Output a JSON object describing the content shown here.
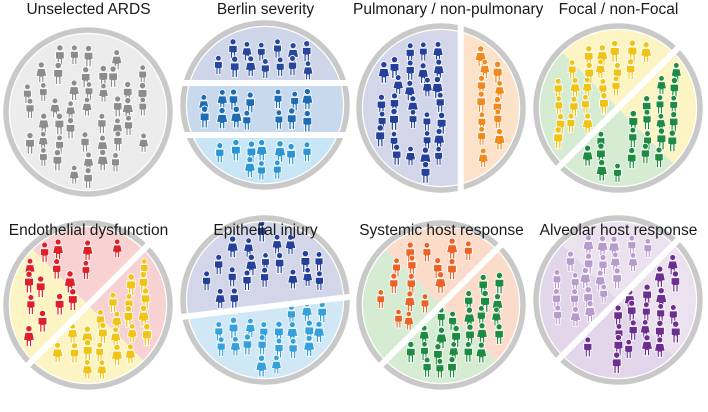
{
  "panels": [
    {
      "title": "Unselected ARDS",
      "layout": "whole",
      "groups": [
        {
          "fill": "#ececec",
          "people": "#8c8c8c",
          "count": 44
        }
      ]
    },
    {
      "title": "Berlin severity",
      "layout": "horizontal-bands",
      "groups": [
        {
          "fill": "#cfd6ea",
          "people": "#27479d",
          "count": 20
        },
        {
          "fill": "#c8d9ee",
          "people": "#1e6db4",
          "count": 14
        },
        {
          "fill": "#c9e6f6",
          "people": "#2a97d4",
          "count": 15
        }
      ]
    },
    {
      "title": "Pulmonary / non-pulmonary",
      "layout": "vertical-split",
      "split": 0.62,
      "groups": [
        {
          "fill": "#d2d6e8",
          "people": "#25409a",
          "count": 30
        },
        {
          "fill": "#fbe2c9",
          "people": "#f08a1f",
          "count": 15
        }
      ]
    },
    {
      "title": "Focal / non-Focal",
      "layout": "diagonal-split",
      "groups": [
        {
          "fill": "#d5ecd3",
          "people": "#1e8c40",
          "count": 22
        },
        {
          "fill": "#fdf4c4",
          "people": "#f0c417",
          "count": 24
        }
      ]
    },
    {
      "title": "Endothelial dysfunction",
      "layout": "diagonal-split",
      "groups": [
        {
          "fill": "#fdf4c4",
          "people": "#f0c417",
          "count": 30
        },
        {
          "fill": "#f8d2d2",
          "people": "#de2027",
          "count": 15
        }
      ]
    },
    {
      "title": "Epithelial injury",
      "layout": "horizontal-split",
      "groups": [
        {
          "fill": "#d2d6e8",
          "people": "#25409a",
          "count": 20
        },
        {
          "fill": "#d0e7f6",
          "people": "#34a0dc",
          "count": 22
        }
      ]
    },
    {
      "title": "Systemic host response",
      "layout": "diagonal-split",
      "groups": [
        {
          "fill": "#d5ecd3",
          "people": "#1e8c40",
          "count": 30
        },
        {
          "fill": "#fbdcca",
          "people": "#ec6328",
          "count": 16
        }
      ]
    },
    {
      "title": "Alveolar host response",
      "layout": "diagonal-split",
      "groups": [
        {
          "fill": "#e3d6ea",
          "people": "#6d2f8f",
          "count": 22
        },
        {
          "fill": "#ebe1ef",
          "people": "#b79ccb",
          "count": 24
        }
      ]
    }
  ],
  "colors": {
    "rim": "#c9c9c9",
    "gap": "#ffffff",
    "title": "#1a1a1a"
  }
}
